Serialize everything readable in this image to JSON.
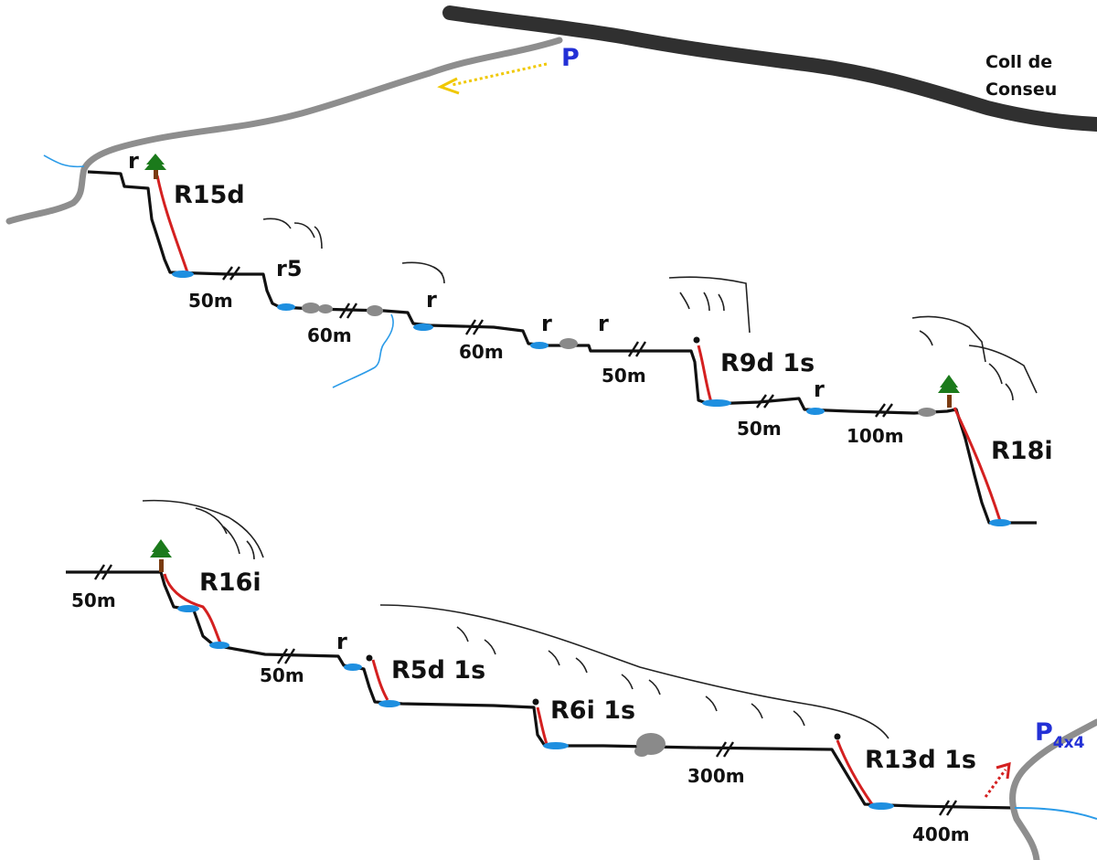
{
  "parking_top": {
    "label": "P"
  },
  "pass_name": {
    "line1": "Coll de",
    "line2": "Conseu"
  },
  "parking_bottom": {
    "label": "P",
    "subscript": "4x4"
  },
  "rappels": {
    "r15": "R15d",
    "r9": "R9d 1s",
    "r18": "R18i",
    "r16": "R16i",
    "r5": "R5d 1s",
    "r6": "R6i 1s",
    "r13": "R13d 1s"
  },
  "small_jumps": {
    "r_a": "r",
    "r5": "r5",
    "r_b": "r",
    "r_c": "r",
    "r_d": "r",
    "r_e": "r",
    "r_f": "r"
  },
  "distances": {
    "d1": "50m",
    "d2": "60m",
    "d3": "60m",
    "d4": "50m",
    "d5": "50m",
    "d6": "100m",
    "d7": "50m",
    "d8": "50m",
    "d9": "300m",
    "d10": "400m"
  },
  "colors": {
    "canyon_path": "#111111",
    "rope": "#d42020",
    "pool": "#1e8fe0",
    "road": "#303030",
    "track": "#8e8e8e",
    "stream": "#2b9be8",
    "approach_arrow": "#f0c800",
    "exit_arrow": "#d42020",
    "parking": "#2330d6",
    "tree_foliage": "#1b7a1b",
    "tree_trunk": "#7a3b10",
    "boulder": "#8a8a8a"
  },
  "icons": {
    "tree": "tree-icon",
    "belay": "anchor-point-icon",
    "distance_break": "break-mark-icon"
  }
}
